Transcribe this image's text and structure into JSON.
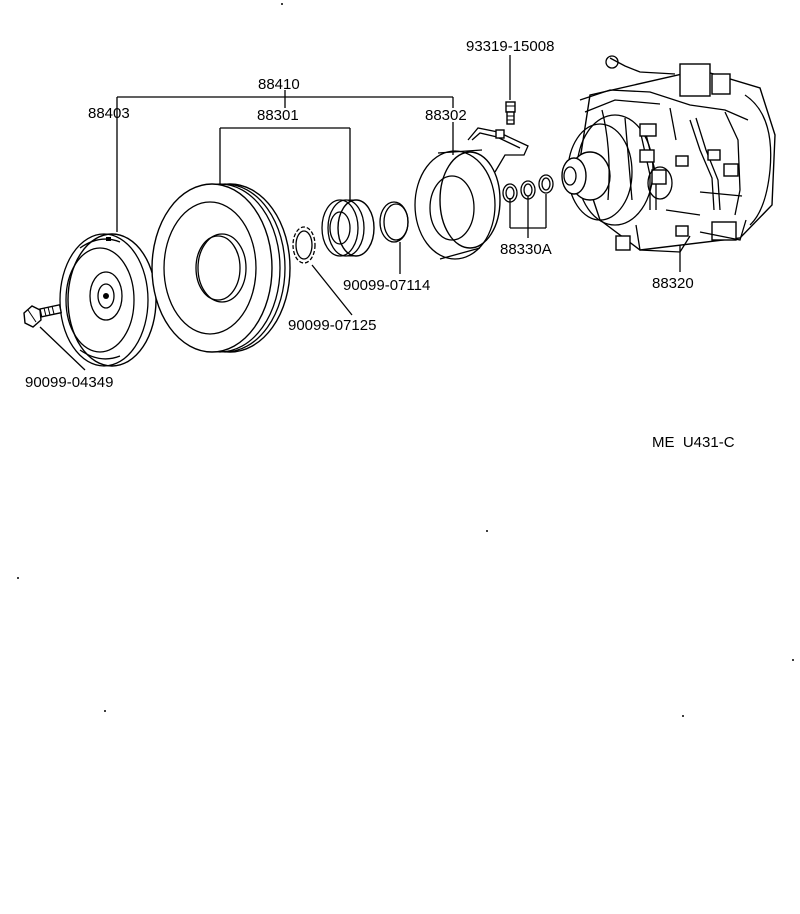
{
  "diagram": {
    "labels": {
      "p88410": "88410",
      "p88403": "88403",
      "p88301": "88301",
      "p88302": "88302",
      "p93319": "93319-15008",
      "p88330a": "88330A",
      "p88320": "88320",
      "p90099_07114": "90099-07114",
      "p90099_07125": "90099-07125",
      "p90099_04349": "90099-04349"
    },
    "reference_code": "ME  U431-C"
  }
}
